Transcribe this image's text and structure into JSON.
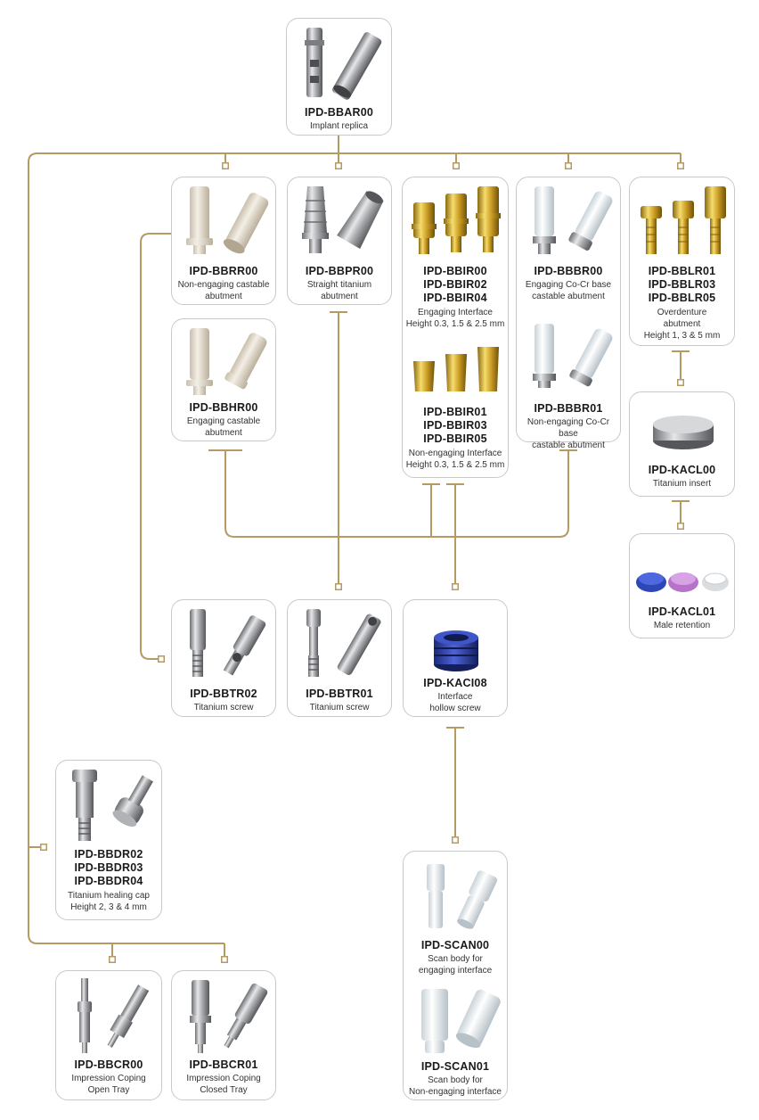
{
  "colors": {
    "connector": "#b59a63",
    "card_border": "#c9c9c9"
  },
  "cards": {
    "bbar00": {
      "code": "IPD-BBAR00",
      "desc": "Implant replica"
    },
    "bbrr00": {
      "code": "IPD-BBRR00",
      "desc": "Non-engaging castable\nabutment"
    },
    "bbpr00": {
      "code": "IPD-BBPR00",
      "desc": "Straight titanium\nabutment"
    },
    "bbir_eng": {
      "code": "IPD-BBIR00\nIPD-BBIR02\nIPD-BBIR04",
      "desc": "Engaging Interface\nHeight 0.3, 1.5 & 2.5 mm"
    },
    "bbir_noneng": {
      "code": "IPD-BBIR01\nIPD-BBIR03\nIPD-BBIR05",
      "desc": "Non-engaging Interface\nHeight 0.3, 1.5 & 2.5 mm"
    },
    "bbbr00": {
      "code": "IPD-BBBR00",
      "desc": "Engaging Co-Cr base\ncastable abutment"
    },
    "bbbr01": {
      "code": "IPD-BBBR01",
      "desc": "Non-engaging Co-Cr base\ncastable abutment"
    },
    "bblr": {
      "code": "IPD-BBLR01\nIPD-BBLR03\nIPD-BBLR05",
      "desc": "Overdenture\nabutment\nHeight 1, 3 & 5 mm"
    },
    "bbhr00": {
      "code": "IPD-BBHR00",
      "desc": "Engaging castable\nabutment"
    },
    "kacl00": {
      "code": "IPD-KACL00",
      "desc": "Titanium insert"
    },
    "kacl01": {
      "code": "IPD-KACL01",
      "desc": "Male retention"
    },
    "bbtr02": {
      "code": "IPD-BBTR02",
      "desc": "Titanium screw"
    },
    "bbtr01": {
      "code": "IPD-BBTR01",
      "desc": "Titanium screw"
    },
    "kaci08": {
      "code": "IPD-KACI08",
      "desc": "Interface\nhollow screw"
    },
    "bbdr": {
      "code": "IPD-BBDR02\nIPD-BBDR03\nIPD-BBDR04",
      "desc": "Titanium healing cap\nHeight 2, 3 & 4 mm"
    },
    "scan00": {
      "code": "IPD-SCAN00",
      "desc": "Scan body for\nengaging interface"
    },
    "scan01": {
      "code": "IPD-SCAN01",
      "desc": "Scan body for\nNon-engaging interface"
    },
    "bbcr00": {
      "code": "IPD-BBCR00",
      "desc": "Impression Coping\nOpen Tray"
    },
    "bbcr01": {
      "code": "IPD-BBCR01",
      "desc": "Impression Coping\nClosed Tray"
    }
  }
}
